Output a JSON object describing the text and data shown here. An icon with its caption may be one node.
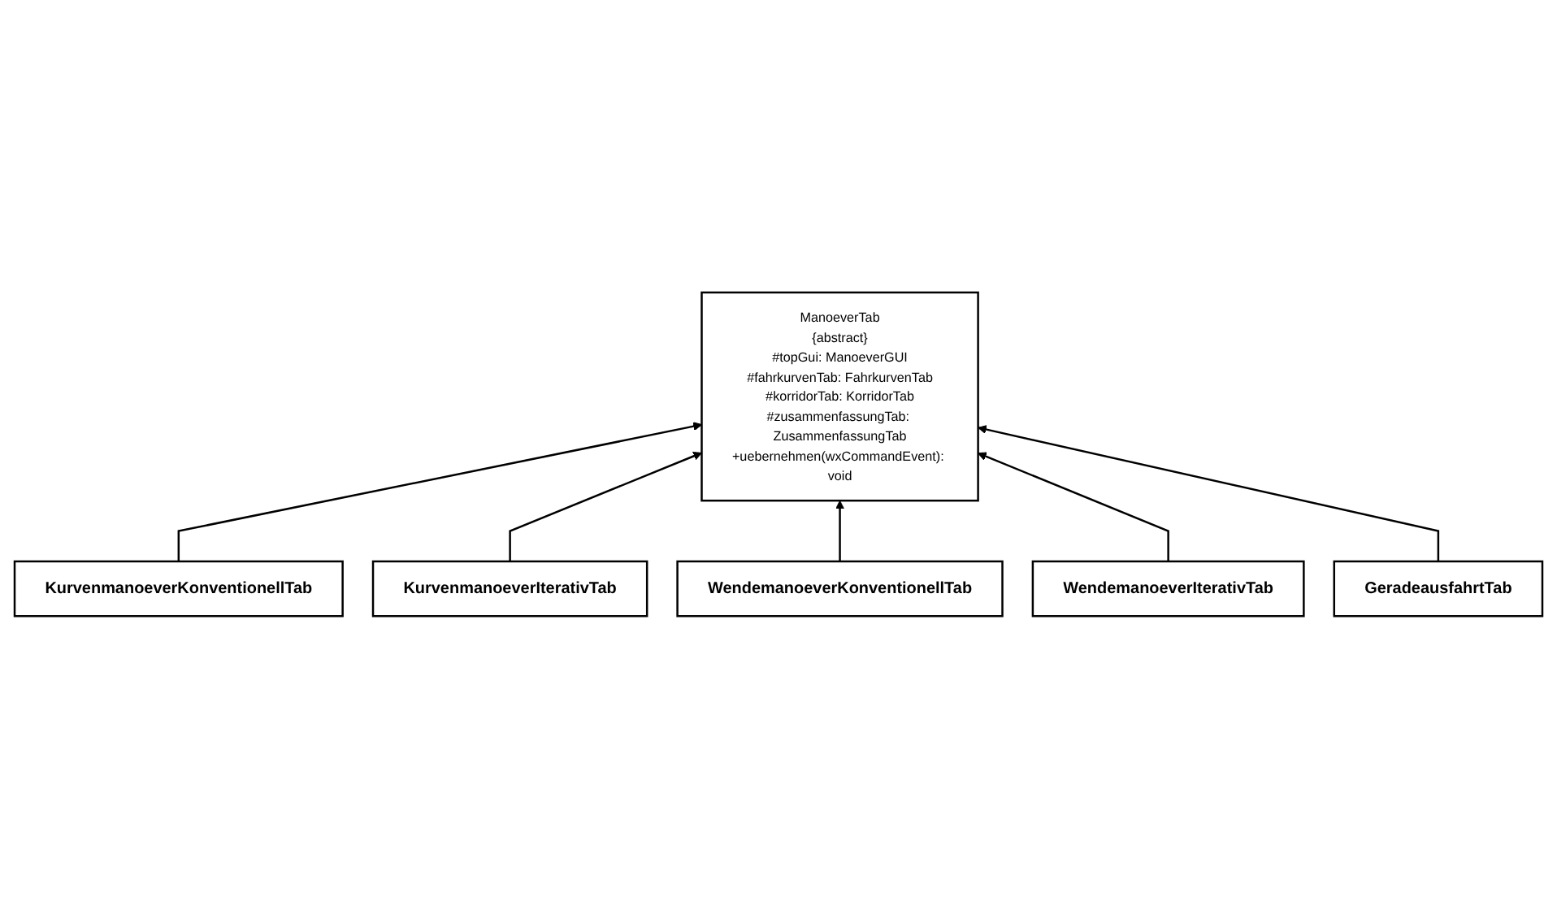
{
  "diagram": {
    "nodes": [
      {
        "text": [
          "ManoeverTab",
          "{abstract}",
          "#topGui: ManoeverGUI",
          "#fahrkurvenTab: FahrkurvenTab",
          "#korridorTab: KorridorTab",
          "#zusammenfassungTab: ZusammenfassungTab",
          "+uebernehmen(wxCommandEvent): void"
        ]
      },
      {
        "text": [
          "KurvenmanoeverKonventionellTab"
        ]
      },
      {
        "text": [
          "KurvenmanoeverIterativTab"
        ]
      },
      {
        "text": [
          "WendemanoeverKonventionellTab"
        ]
      },
      {
        "text": [
          "WendemanoeverIterativTab"
        ]
      },
      {
        "text": [
          "GeradeausfahrtTab"
        ]
      }
    ],
    "edges": [
      {
        "from": 1,
        "to": 0,
        "arrow": "to"
      },
      {
        "from": 2,
        "to": 0,
        "arrow": "to"
      },
      {
        "from": 3,
        "to": 0,
        "arrow": "to"
      },
      {
        "from": 4,
        "to": 0,
        "arrow": "to"
      },
      {
        "from": 5,
        "to": 0,
        "arrow": "to"
      }
    ]
  }
}
